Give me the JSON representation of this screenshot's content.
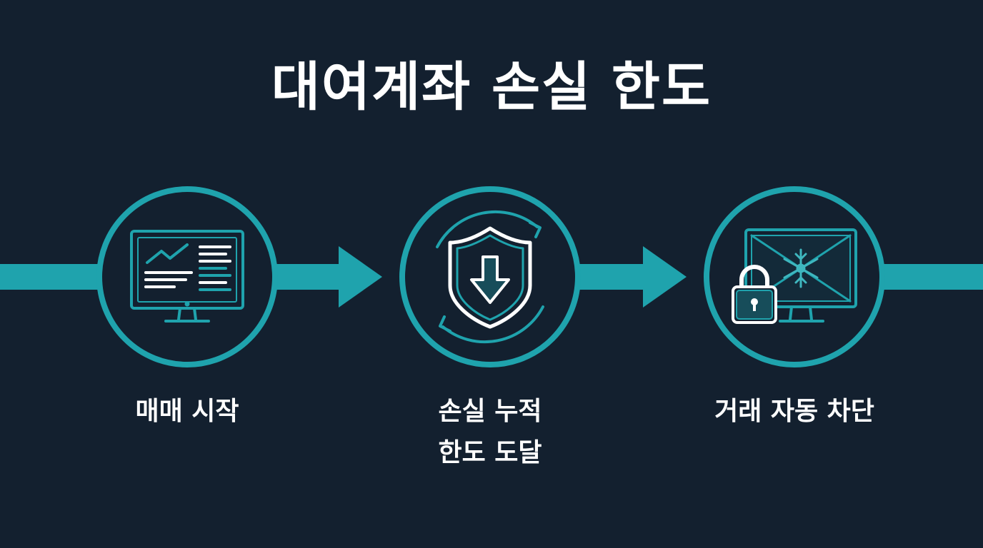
{
  "title": "대여계좌 손실 한도",
  "colors": {
    "background": "#13202f",
    "accent": "#1fa3ad",
    "accent_light": "#3fb7bf",
    "text": "#ffffff"
  },
  "steps": [
    {
      "icon": "trading-monitor-icon",
      "label_lines": [
        "매매 시작"
      ]
    },
    {
      "icon": "shield-down-arrow-icon",
      "label_lines": [
        "손실 누적",
        "한도 도달"
      ]
    },
    {
      "icon": "frozen-monitor-lock-icon",
      "label_lines": [
        "거래 자동 차단"
      ]
    }
  ]
}
